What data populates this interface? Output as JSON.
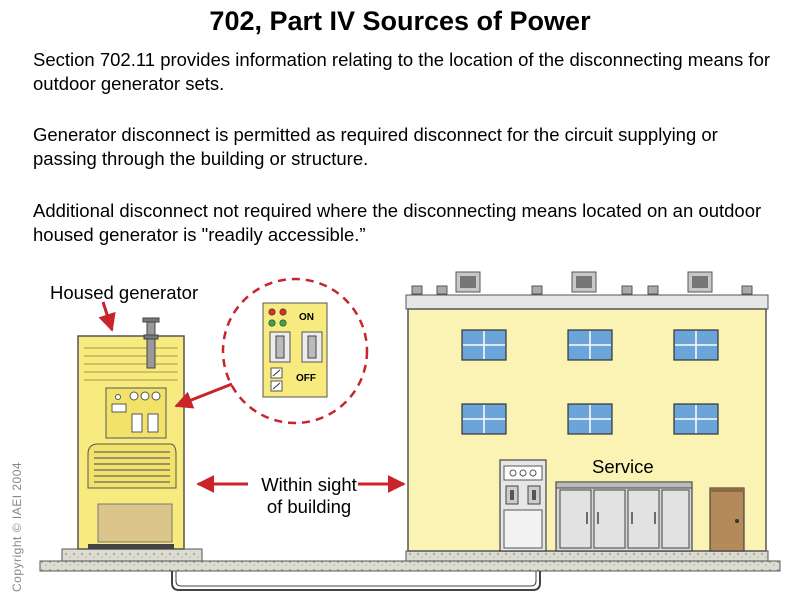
{
  "title": "702, Part IV Sources of Power",
  "paragraphs": {
    "p1": "Section 702.11 provides information relating to the location of the disconnecting means for outdoor generator sets.",
    "p2": "Generator disconnect is permitted as required disconnect for the circuit supplying or passing through the building or structure.",
    "p3": "Additional disconnect not required where the disconnecting means located on an outdoor housed generator is \"readily accessible.”"
  },
  "labels": {
    "housed_generator": "Housed generator",
    "within_sight": "Within sight of building",
    "service": "Service"
  },
  "switch_panel": {
    "on": "ON",
    "off": "OFF"
  },
  "copyright": "Copyright © IAEI 2004",
  "colors": {
    "generator_yellow": "#f7ea7e",
    "building_yellow": "#fbf3b3",
    "arrow_red": "#c8242a",
    "window_blue": "#6aa4d8",
    "door_brown": "#b58a5a",
    "ground": "#d9d9cf"
  }
}
